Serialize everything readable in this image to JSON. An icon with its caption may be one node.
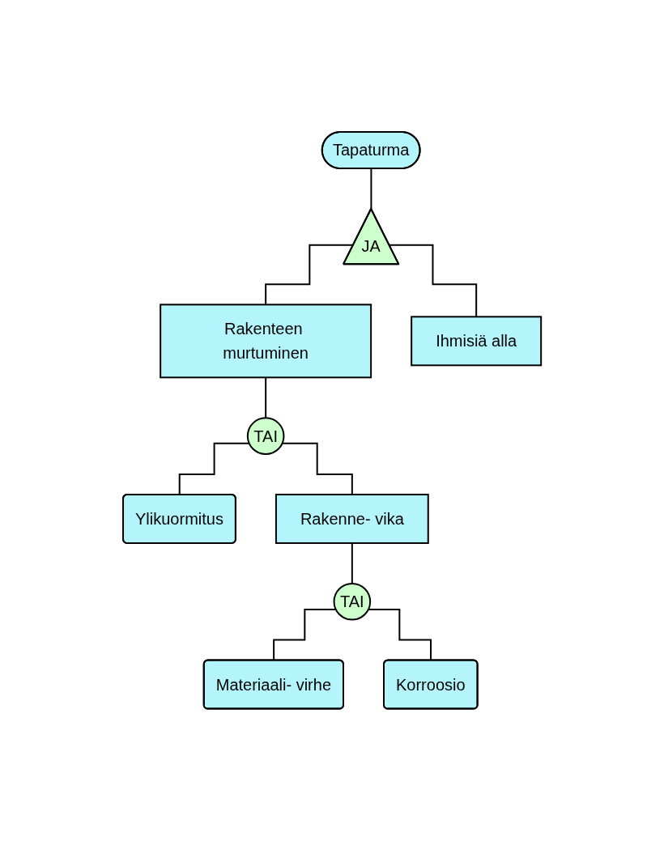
{
  "diagram": {
    "nodes": [
      {
        "text": [
          "Tapaturma"
        ]
      },
      {
        "text": [
          "JA"
        ]
      },
      {
        "text": [
          "Rakenteen murtuminen"
        ]
      },
      {
        "text": [
          "Ihmisiä alla"
        ]
      },
      {
        "text": [
          "TAI"
        ]
      },
      {
        "text": [
          "Ylikuormitus"
        ]
      },
      {
        "text": [
          "Rakenne- vika"
        ]
      },
      {
        "text": [
          "TAI"
        ]
      },
      {
        "text": [
          "Materiaali- virhe"
        ]
      },
      {
        "text": [
          "Korroosio"
        ]
      }
    ],
    "edges": [
      {
        "from": 0,
        "to": 1,
        "arrow": "none"
      },
      {
        "from": 1,
        "to": 2,
        "arrow": "none"
      },
      {
        "from": 1,
        "to": 3,
        "arrow": "none"
      },
      {
        "from": 2,
        "to": 4,
        "arrow": "none"
      },
      {
        "from": 4,
        "to": 5,
        "arrow": "none"
      },
      {
        "from": 4,
        "to": 6,
        "arrow": "none"
      },
      {
        "from": 6,
        "to": 7,
        "arrow": "none"
      },
      {
        "from": 7,
        "to": 8,
        "arrow": "none"
      },
      {
        "from": 7,
        "to": 9,
        "arrow": "none"
      }
    ]
  }
}
